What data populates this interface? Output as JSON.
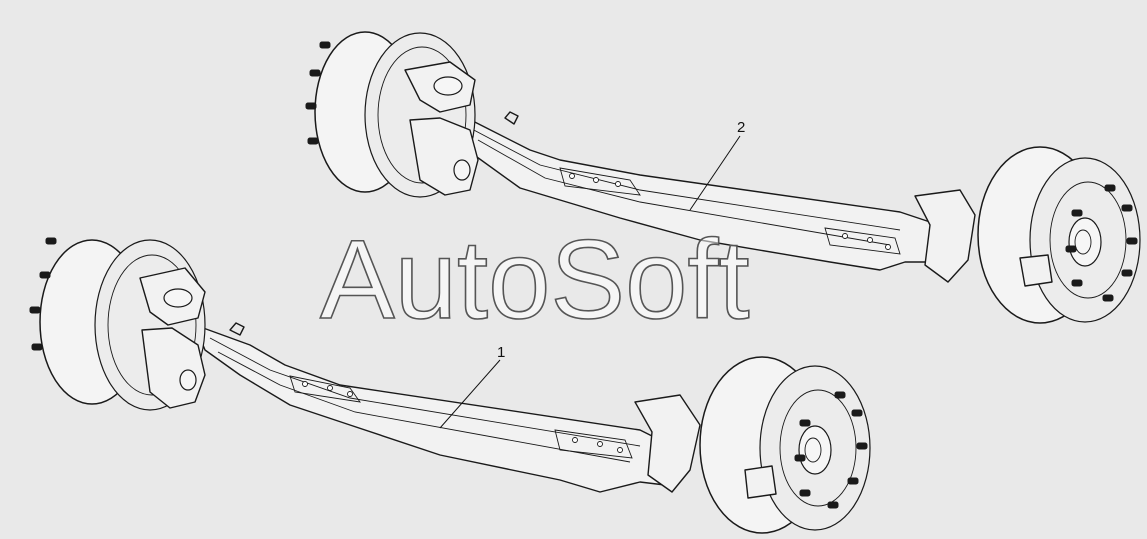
{
  "callouts": {
    "axle_1": "1",
    "axle_2": "2"
  },
  "watermark": {
    "text": "AutoSoft"
  },
  "colors": {
    "background": "#e9e9e9",
    "line": "#1a1a1a"
  }
}
